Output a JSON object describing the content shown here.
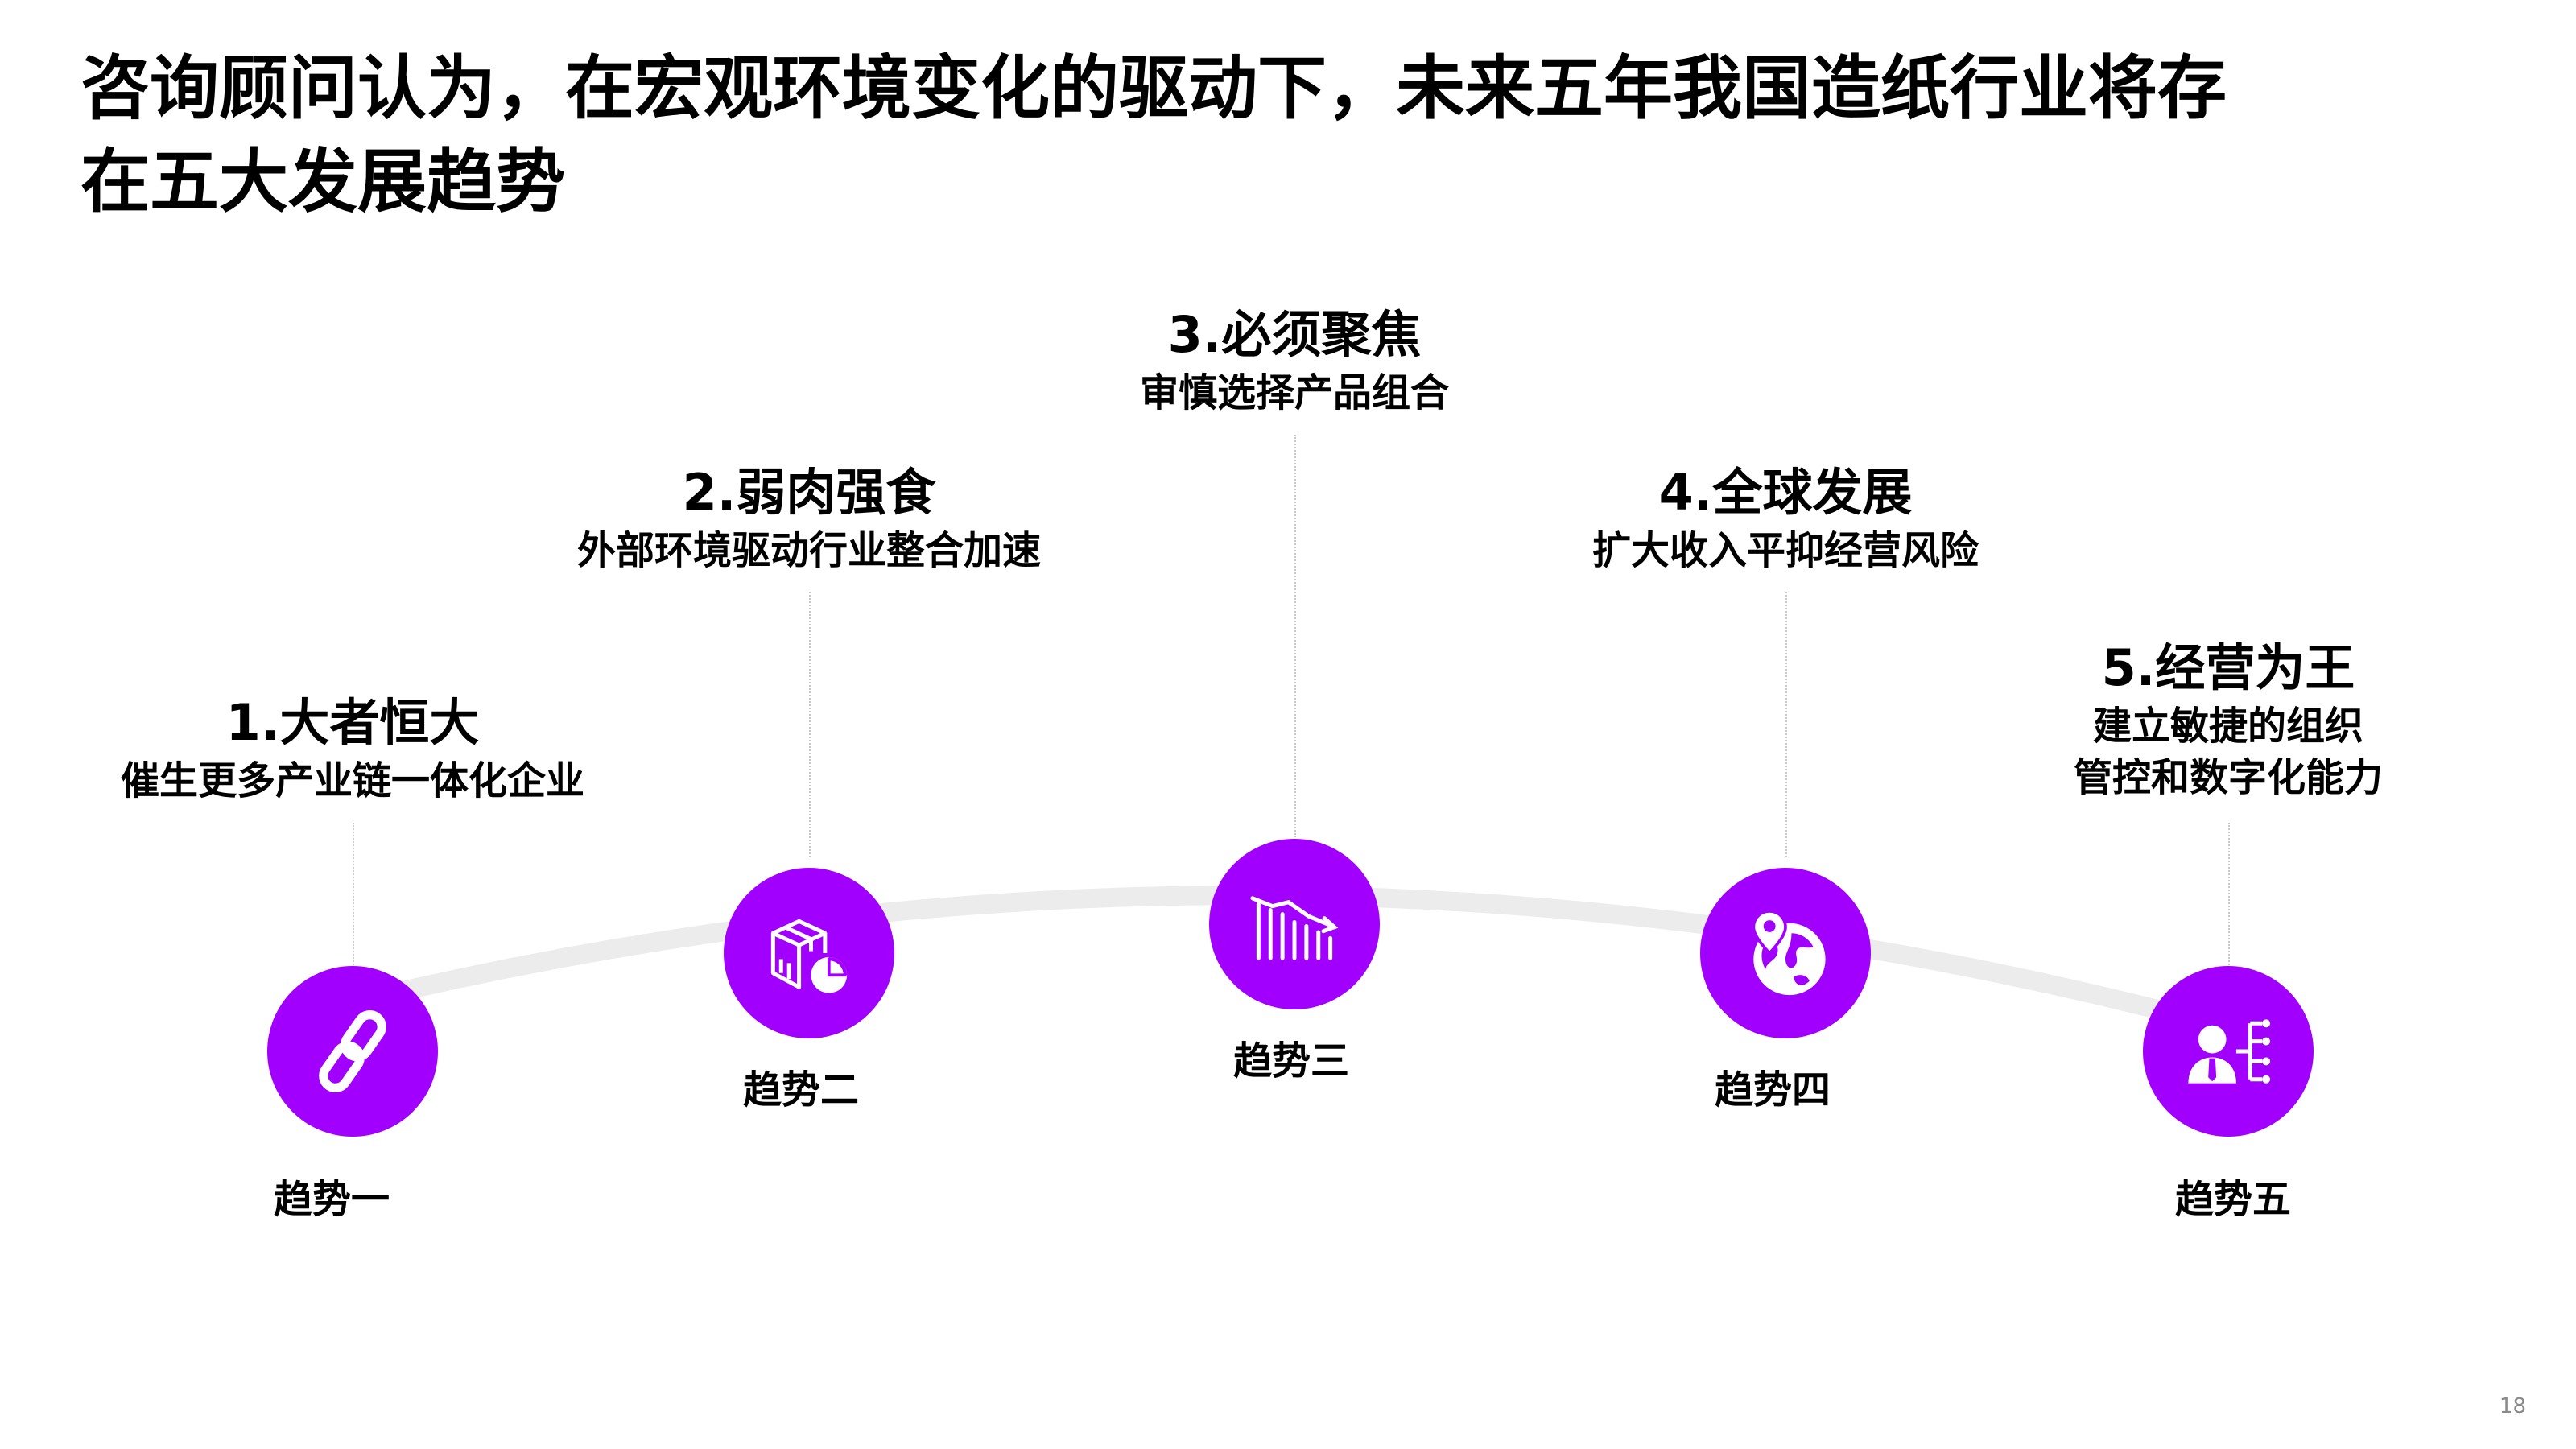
{
  "title": {
    "line1": "咨询顾问认为，在宏观环境变化的驱动下，未来五年我国造纸行业将存",
    "line2": "在五大发展趋势"
  },
  "trends": [
    {
      "heading": "1.大者恒大",
      "subtitle_lines": [
        "催生更多产业链一体化企业"
      ],
      "label": "趋势一",
      "icon": "link-icon"
    },
    {
      "heading": "2.弱肉强食",
      "subtitle_lines": [
        "外部环境驱动行业整合加速"
      ],
      "label": "趋势二",
      "icon": "box-pie-chart-icon"
    },
    {
      "heading": "3.必须聚焦",
      "subtitle_lines": [
        "审慎选择产品组合"
      ],
      "label": "趋势三",
      "icon": "declining-bar-chart-icon"
    },
    {
      "heading": "4.全球发展",
      "subtitle_lines": [
        "扩大收入平抑经营风险"
      ],
      "label": "趋势四",
      "icon": "globe-pin-icon"
    },
    {
      "heading": "5.经营为王",
      "subtitle_lines": [
        "建立敏捷的组织",
        "管控和数字化能力"
      ],
      "label": "趋势五",
      "icon": "person-org-chart-icon"
    }
  ],
  "colors": {
    "accent": "#a100ff",
    "arc": "#ececec",
    "connector": "#c8c8c8",
    "text": "#000000"
  },
  "page_number": "18"
}
